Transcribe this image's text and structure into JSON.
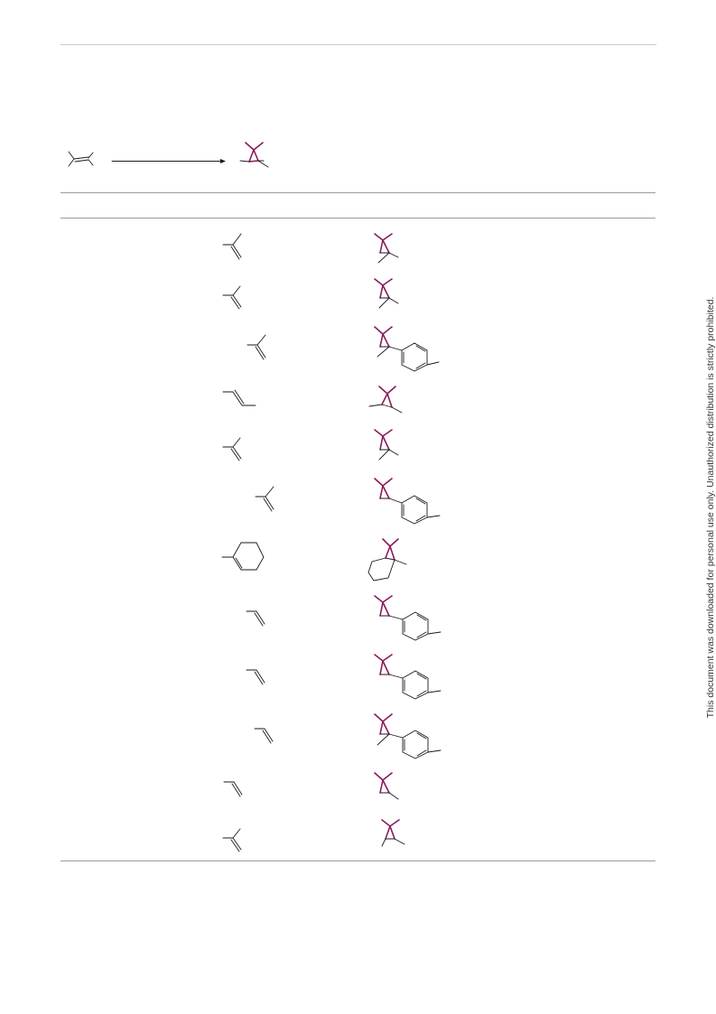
{
  "watermark": {
    "text": "This document was downloaded for personal use only. Unauthorized distribution is strictly prohibited."
  },
  "colors": {
    "cyclopropane_highlight": "#8a1a5c",
    "bond": "#1a1a1a",
    "rule": "#9a9a9a"
  },
  "scheme": {
    "substrate": "trisubstituted-alkene",
    "arrow": "reaction-arrow",
    "product": "tetramethylcyclopropane"
  },
  "table": {
    "rows": [
      {
        "substrate": "1,1-disubstituted-alkene",
        "product": "gem-dimethylcyclopropane"
      },
      {
        "substrate": "1,1-disubstituted-alkene",
        "product": "gem-dimethylcyclopropane"
      },
      {
        "substrate": "1,1-disubstituted-alkene",
        "product": "aryl-cyclopropane"
      },
      {
        "substrate": "trans-alkene",
        "product": "trans-cyclopropane"
      },
      {
        "substrate": "1,1-disubstituted-alkene",
        "product": "gem-dimethylcyclopropane"
      },
      {
        "substrate": "1,1-disubstituted-alkene",
        "product": "aryl-cyclopropane"
      },
      {
        "substrate": "cyclohexene",
        "product": "bicyclic-cyclopropane"
      },
      {
        "substrate": "terminal-alkene",
        "product": "aryl-cyclopropane"
      },
      {
        "substrate": "terminal-alkene",
        "product": "aryl-cyclopropane"
      },
      {
        "substrate": "terminal-alkene",
        "product": "aryl-cyclopropane"
      },
      {
        "substrate": "terminal-alkene",
        "product": "monosubstituted-cyclopropane"
      },
      {
        "substrate": "1,1-disubstituted-alkene",
        "product": "gem-dimethylcyclopropane"
      }
    ]
  }
}
